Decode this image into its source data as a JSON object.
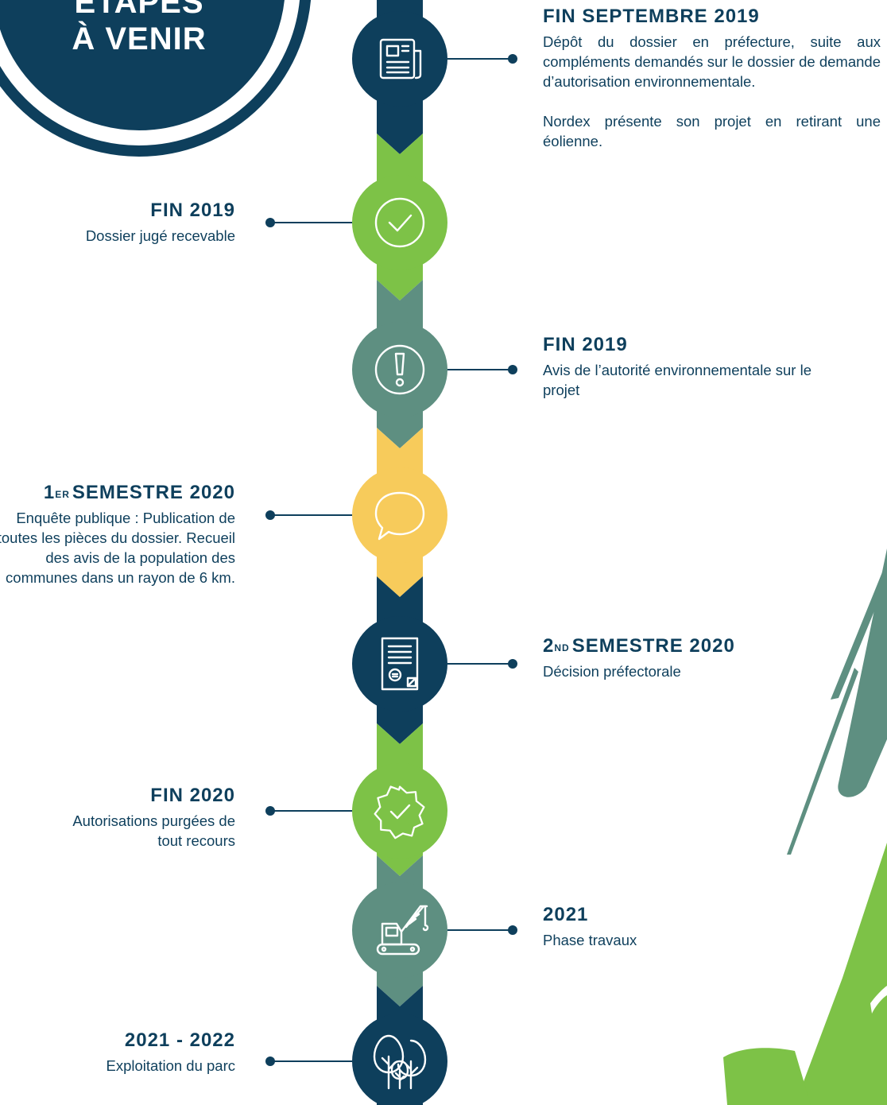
{
  "title": {
    "line1": "ÉTAPES",
    "line2": "À VENIR"
  },
  "colors": {
    "navy": "#0e3f5c",
    "green": "#7dc247",
    "sage": "#5e8f81",
    "yellow": "#f7cb5b",
    "white": "#ffffff"
  },
  "timeline": {
    "steps": [
      {
        "icon": "newspaper-icon",
        "color": "#0e3f5c",
        "side": "right",
        "date": "FIN SEPTEMBRE 2019",
        "date_sup": "",
        "paragraphs": [
          "Dépôt du dossier en préfecture, suite aux compléments demandés sur le dossier de demande d’autorisation environnementale.",
          "Nordex présente son projet en retirant une éolienne."
        ]
      },
      {
        "icon": "check-circle-icon",
        "color": "#7dc247",
        "side": "left",
        "date": "FIN 2019",
        "date_sup": "",
        "paragraphs": [
          "Dossier jugé recevable"
        ]
      },
      {
        "icon": "exclamation-circle-icon",
        "color": "#5e8f81",
        "side": "right",
        "date": "FIN 2019",
        "date_sup": "",
        "paragraphs": [
          "Avis de l’autorité environnementale sur le projet"
        ]
      },
      {
        "icon": "speech-bubble-icon",
        "color": "#f7cb5b",
        "side": "left",
        "date_num": "1",
        "date_sup": "ER",
        "date": "SEMESTRE 2020",
        "paragraphs": [
          "Enquête publique : Publication de toutes les pièces du dossier. Recueil des avis de la population des communes dans un rayon de 6 km."
        ]
      },
      {
        "icon": "certificate-document-icon",
        "color": "#0e3f5c",
        "side": "right",
        "date_num": "2",
        "date_sup": "ND",
        "date": "SEMESTRE 2020",
        "paragraphs": [
          "Décision préfectorale"
        ]
      },
      {
        "icon": "badge-check-icon",
        "color": "#7dc247",
        "side": "left",
        "date": "FIN 2020",
        "date_sup": "",
        "paragraphs": [
          "Autorisations purgées de tout recours"
        ]
      },
      {
        "icon": "crane-icon",
        "color": "#5e8f81",
        "side": "right",
        "date": "2021",
        "date_sup": "",
        "paragraphs": [
          "Phase travaux"
        ]
      },
      {
        "icon": "trees-icon",
        "color": "#0e3f5c",
        "side": "left",
        "date": "2021 - 2022",
        "date_sup": "",
        "paragraphs": [
          "Exploitation du parc"
        ]
      }
    ]
  }
}
